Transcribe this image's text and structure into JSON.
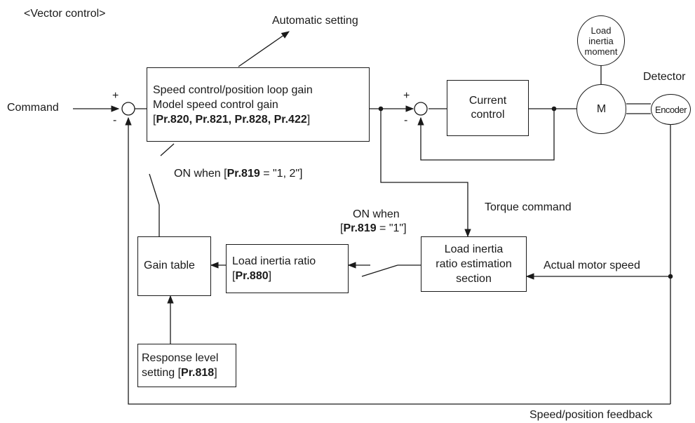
{
  "title": "<Vector control>",
  "labels": {
    "command": "Command",
    "automatic_setting": "Automatic setting",
    "detector": "Detector",
    "torque_command": "Torque command",
    "actual_motor_speed": "Actual motor speed",
    "speed_position_feedback": "Speed/position feedback",
    "on_when_12": {
      "pre": "ON when [",
      "pr": "Pr.819",
      "post": " = \"1, 2\"]"
    },
    "on_when_1": {
      "line1": "ON when",
      "pre": "[",
      "pr": "Pr.819",
      "post": " = \"1\"]"
    }
  },
  "signs": {
    "plus": "+",
    "minus": "-"
  },
  "blocks": {
    "gain_block": {
      "line1": "Speed control/position loop gain",
      "line2": "Model speed control gain",
      "params": [
        "Pr.820",
        "Pr.821",
        "Pr.828",
        "Pr.422"
      ],
      "sep": ", ",
      "open": "[",
      "close": "]"
    },
    "current_control": {
      "line1": "Current",
      "line2": "control"
    },
    "motor": "M",
    "encoder": "Encoder",
    "load_inertia_moment": {
      "line1": "Load",
      "line2": "inertia",
      "line3": "moment"
    },
    "load_inertia_estimation": {
      "line1": "Load inertia",
      "line2": "ratio estimation",
      "line3": "section"
    },
    "load_inertia_ratio": {
      "line1": "Load inertia ratio",
      "open": "[",
      "pr": "Pr.880",
      "close": "]"
    },
    "gain_table": "Gain table",
    "response_level": {
      "line1": "Response level",
      "pre": "setting [",
      "pr": "Pr.818",
      "close": "]"
    }
  }
}
